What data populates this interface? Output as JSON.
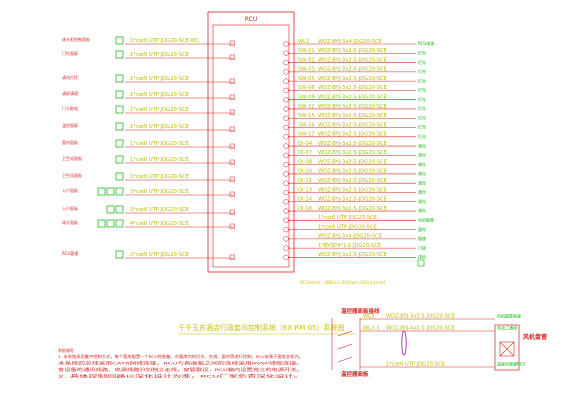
{
  "title": "RCU",
  "box_size": "RCU(mm)：480(h)×350(w)×120(h)(mm)",
  "plan_title": "千千玉苏酒店行政套间控制系统（EX RM 05）系统图",
  "colors": {
    "line": "#d82020",
    "green": "#00b400",
    "label": "#b8b800",
    "red_text": "#dd2222"
  },
  "left_lines": [
    {
      "text": "1*cat6 UTP JDG20-SCE-WC"
    },
    {
      "text": "1*cat6 UTP JDG20-SCE"
    },
    {
      "text": "1*cat6 UTP JDG20-SCE"
    },
    {
      "text": "1*cat6 UTP JDG20-SCE"
    },
    {
      "text": "1*cat6 UTP JDG20-SCE"
    },
    {
      "text": "1*cat6 UTP JDG20-SCE"
    },
    {
      "text": "1*cat6 UTP JDG20-SCE"
    },
    {
      "text": "1*cat6 UTP JDG20-SCE"
    },
    {
      "text": "1*cat6 UTP JDG20-SCE"
    },
    {
      "text": "3*cat6 UTP JDG20-SCE"
    },
    {
      "text": "2*cat6 UTP JDG20-SCE"
    },
    {
      "text": "4*cat6 UTP JDG20-SCE"
    },
    {
      "text": "2*cat6 UTP JDG20-SCE"
    }
  ],
  "left_devices": [
    {
      "text": "床头柜控制面板"
    },
    {
      "text": "门铃面板"
    },
    {
      "text": "请勿打扰"
    },
    {
      "text": "请即清理"
    },
    {
      "text": "门卡取电"
    },
    {
      "text": "温控面板"
    },
    {
      "text": "窗帘面板"
    },
    {
      "text": "卫生间面板"
    },
    {
      "text": "卫生间面板"
    },
    {
      "text": "入户面板"
    },
    {
      "text": "入户面板"
    },
    {
      "text": "床头面板"
    },
    {
      "text": "RCU管理"
    }
  ],
  "right_lines": [
    {
      "id": "WL1",
      "text": "WDZ-BYJ-3x4-JDG20-SCE",
      "dest": "RCU电源"
    },
    {
      "id": "SW-01",
      "text": "WDZ-BYJ-3x2.5-JDG20-SCE",
      "dest": "灯光"
    },
    {
      "id": "SW-02",
      "text": "WDZ-BYJ-3x2.5-JDG20-SCE",
      "dest": "灯光"
    },
    {
      "id": "SW-03",
      "text": "WDZ-BYJ-3x2.5-JDG20-SCE",
      "dest": "灯光"
    },
    {
      "id": "SW-05",
      "text": "WDZ-BYJ-3x2.5-JDG20-SCE",
      "dest": "灯光"
    },
    {
      "id": "SW-06",
      "text": "WDZ-BYJ-3x2.5-JDG20-SCE",
      "dest": "灯光"
    },
    {
      "id": "SW-09",
      "text": "WDZ-BYJ-3x2.5-JDG20-SCE",
      "dest": "灯光"
    },
    {
      "id": "SW-12",
      "text": "WDZ-BYJ-3x2.5-JDG20-SCE",
      "dest": "灯光"
    },
    {
      "id": "SW-15",
      "text": "WDZ-BYJ-3x2.5-JDG20-SCE",
      "dest": "灯光"
    },
    {
      "id": "SW-16",
      "text": "WDZ-BYJ-3x2.5-JDG20-SCE",
      "dest": "灯光"
    },
    {
      "id": "SW-17",
      "text": "WDZ-BYJ-3x2.5-JDG20-SCE",
      "dest": "灯光"
    },
    {
      "id": "DI-04",
      "text": "WDZ-BYJ-3x2.5-JDG20-SCE",
      "dest": "调光"
    },
    {
      "id": "DI-07",
      "text": "WDZ-BYJ-3x2.5-JDG20-SCE",
      "dest": "调光"
    },
    {
      "id": "DI-08",
      "text": "WDZ-BYJ-3x2.5-JDG20-SCE",
      "dest": "调光"
    },
    {
      "id": "DI-10",
      "text": "WDZ-BYJ-3x2.5-JDG20-SCE",
      "dest": "调光"
    },
    {
      "id": "DI-11",
      "text": "WDZ-BYJ-3x2.5-JDG20-SCE",
      "dest": "调光"
    },
    {
      "id": "DI-13",
      "text": "WDZ-BYJ-3x2.5-JDG20-SCE",
      "dest": "调光"
    },
    {
      "id": "DI-14",
      "text": "WDZ-BYJ-3x2.5-JDG20-SCE",
      "dest": "调光"
    },
    {
      "id": "DI-16",
      "text": "WDZ-BYJ-3x2.5-JDG20-SCE",
      "dest": "调光"
    },
    {
      "id": "",
      "text": "1*cat6 UTP JDG20-SCE",
      "dest": "风机盘管"
    },
    {
      "id": "",
      "text": "1*cat6 UTP JDG20-SCE",
      "dest": "窗帘"
    },
    {
      "id": "",
      "text": "WDZ-BYJ-3x4-JDG20-SCE",
      "dest": "插座"
    },
    {
      "id": "",
      "text": "1*RVSP4*1.0 JDG20-SCE",
      "dest": "门锁"
    },
    {
      "id": "",
      "text": "WDZ-BYJ-3x2.5-JDG20-SCE",
      "dest": "排风"
    }
  ],
  "bottom": {
    "panel_top": "温控器面板接线",
    "panel_bottom": "温控器面板",
    "right_box": "风机盘管",
    "rows": [
      {
        "id": "WL3",
        "text": "WDZ-BYJ-3x2.5-JDG20-SCE",
        "dest": "风机盘管高速"
      },
      {
        "id": "WL2-1",
        "text": "WDZ-BYJ-4x1.0-JDG20-SCE",
        "dest": "电动二通阀"
      },
      {
        "id": "",
        "text": "1*cat6 UTP JDG20-SCE",
        "dest": "温度传感器RCU"
      }
    ]
  },
  "notes_title": "系统说明：",
  "notes": [
    "1. 本系统采用集中控制方式，每个客房配置一个RCU控制箱，对客房内的灯光、空调、窗帘等进行控制，RCU安装于客房衣柜内。",
    "   本系统的总线采用CAT6网线连接，RCU与各面板之间的连线采用RVSP线缆连接。",
    "   各设备的通讯线路、电源线路分别独立走线，穿管敷设，RCU箱内设置独立的电源开关。",
    "2. 具体控制回路以深化设计为准，RCU厂家负责深化设计。"
  ]
}
